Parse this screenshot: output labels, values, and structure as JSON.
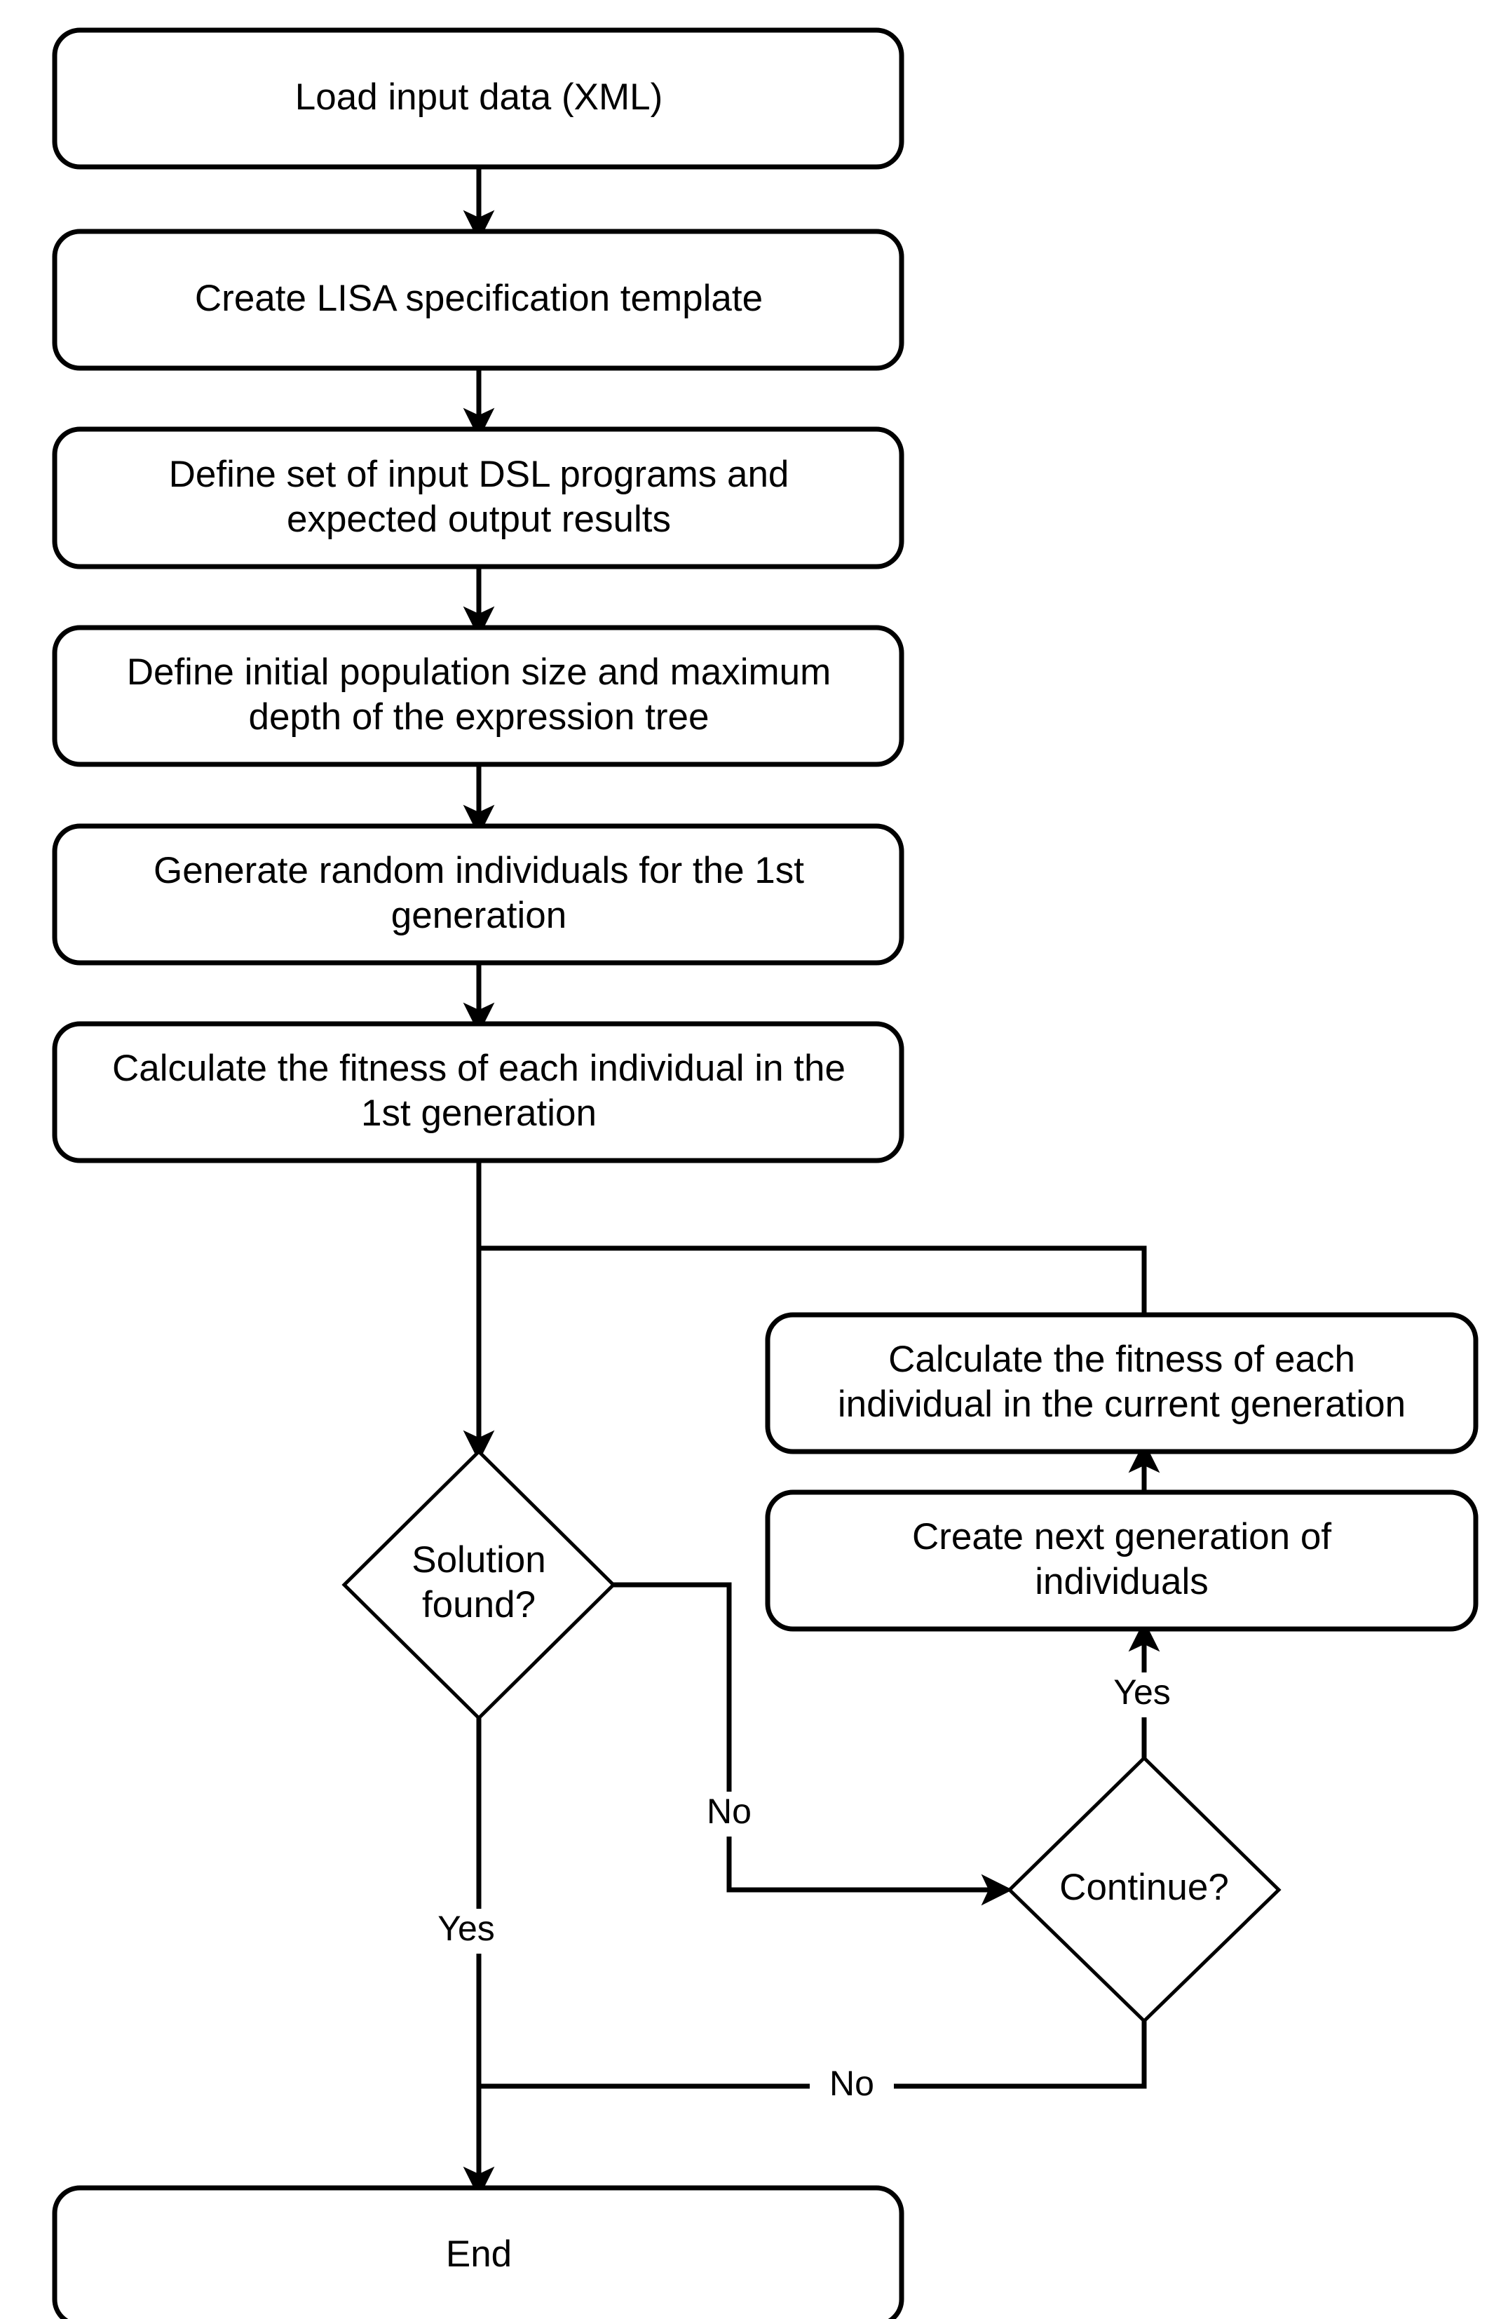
{
  "diagram": {
    "title": "Genetic programming DSL synthesis flowchart",
    "type": "flowchart",
    "colors": {
      "stroke": "#000000",
      "fill": "#ffffff",
      "text": "#000000"
    },
    "nodes": [
      {
        "id": "load-input-data",
        "shape": "rounded-rectangle",
        "lines": [
          "Load input data (XML)"
        ]
      },
      {
        "id": "create-lisa-template",
        "shape": "rounded-rectangle",
        "lines": [
          "Create LISA specification template"
        ]
      },
      {
        "id": "define-dsl-programs",
        "shape": "rounded-rectangle",
        "lines": [
          "Define set of input DSL programs and",
          "expected output results"
        ]
      },
      {
        "id": "define-population-size",
        "shape": "rounded-rectangle",
        "lines": [
          "Define initial population size and maximum",
          "depth of the expression tree"
        ]
      },
      {
        "id": "generate-random-individuals",
        "shape": "rounded-rectangle",
        "lines": [
          "Generate random individuals for the 1st",
          "generation"
        ]
      },
      {
        "id": "calculate-fitness-first",
        "shape": "rounded-rectangle",
        "lines": [
          "Calculate the fitness of each individual in the",
          "1st generation"
        ]
      },
      {
        "id": "calculate-fitness-current",
        "shape": "rounded-rectangle",
        "lines": [
          "Calculate the fitness of each",
          "individual in the current generation"
        ]
      },
      {
        "id": "create-next-generation",
        "shape": "rounded-rectangle",
        "lines": [
          "Create next generation of",
          "individuals"
        ]
      },
      {
        "id": "solution-found",
        "shape": "diamond",
        "lines": [
          "Solution",
          "found?"
        ]
      },
      {
        "id": "continue",
        "shape": "diamond",
        "lines": [
          "Continue?"
        ]
      },
      {
        "id": "end",
        "shape": "rounded-rectangle",
        "lines": [
          "End"
        ]
      }
    ],
    "edge_labels": {
      "solution_no": "No",
      "solution_yes": "Yes",
      "continue_yes": "Yes",
      "continue_no": "No"
    }
  }
}
